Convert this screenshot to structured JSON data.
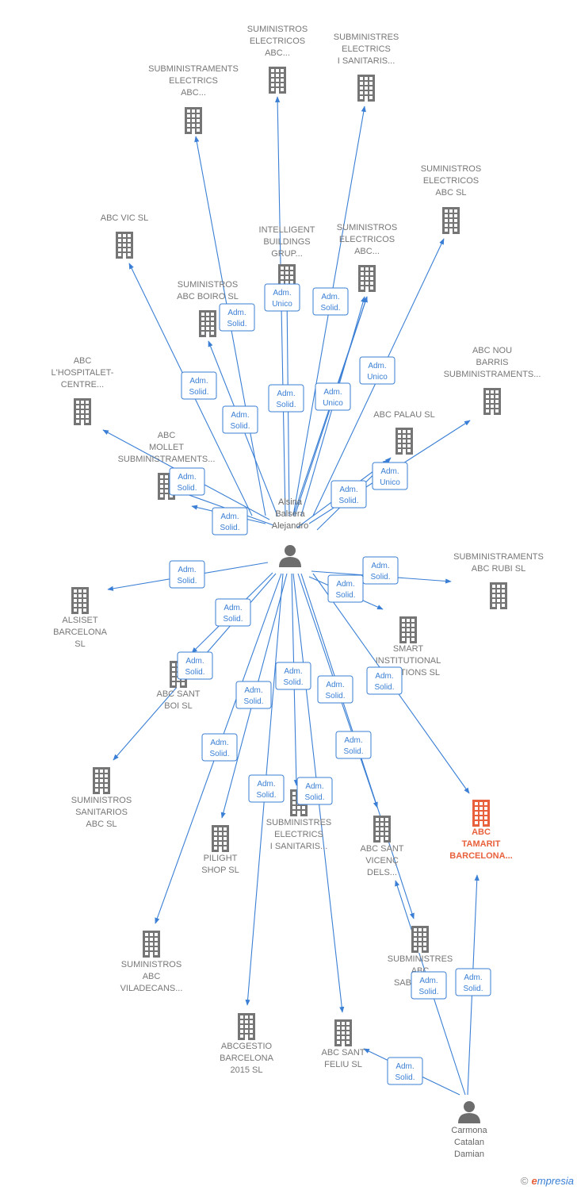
{
  "colors": {
    "edge": "#3a7fd5",
    "building": "#757575",
    "highlight": "#e8603c",
    "label": "#777777"
  },
  "nodes": [
    {
      "id": "sum_elec_abc_top",
      "type": "company",
      "lines": [
        "SUMINISTROS",
        "ELECTRICOS",
        "ABC..."
      ]
    },
    {
      "id": "subministres_elec_san_top",
      "type": "company",
      "lines": [
        "SUBMINISTRES",
        "ELECTRICS",
        "I SANITARIS..."
      ]
    },
    {
      "id": "subministraments_elec_abc",
      "type": "company",
      "lines": [
        "SUBMINISTRAMENTS",
        "ELECTRICS",
        "ABC..."
      ]
    },
    {
      "id": "sum_elec_abc_sl",
      "type": "company",
      "lines": [
        "SUMINISTROS",
        "ELECTRICOS",
        "ABC  SL"
      ]
    },
    {
      "id": "abc_vic",
      "type": "company",
      "lines": [
        "ABC VIC  SL"
      ]
    },
    {
      "id": "intelligent",
      "type": "company",
      "lines": [
        "INTELLIGENT",
        "BUILDINGS",
        "GRUP..."
      ]
    },
    {
      "id": "sum_elec_abc_mid",
      "type": "company",
      "lines": [
        "SUMINISTROS",
        "ELECTRICOS",
        "ABC..."
      ]
    },
    {
      "id": "sum_abc_boiro",
      "type": "company",
      "lines": [
        "SUMINISTROS",
        "ABC BOIRO  SL"
      ]
    },
    {
      "id": "abc_nou_barris",
      "type": "company",
      "lines": [
        "ABC NOU",
        "BARRIS",
        "SUBMINISTRAMENTS..."
      ]
    },
    {
      "id": "abc_hospitalet",
      "type": "company",
      "lines": [
        "ABC",
        "L'HOSPITALET-",
        "CENTRE..."
      ]
    },
    {
      "id": "abc_palau",
      "type": "company",
      "lines": [
        "ABC PALAU SL"
      ]
    },
    {
      "id": "abc_mollet",
      "type": "company",
      "lines": [
        "ABC",
        "MOLLET",
        "SUBMINISTRAMENTS..."
      ]
    },
    {
      "id": "alsina",
      "type": "person",
      "lines": [
        "Alsina",
        "Balsera",
        "Alejandro"
      ]
    },
    {
      "id": "subministraments_rubi",
      "type": "company",
      "lines": [
        "SUBMINISTRAMENTS",
        "ABC RUBI SL"
      ]
    },
    {
      "id": "alsiset",
      "type": "company",
      "lines": [
        "ALSISET",
        "BARCELONA",
        "SL"
      ]
    },
    {
      "id": "smart",
      "type": "company",
      "lines": [
        "SMART",
        "INSTITUTIONAL",
        "SOLUTIONS  SL"
      ]
    },
    {
      "id": "abc_sant_boi",
      "type": "company",
      "lines": [
        "ABC SANT",
        "BOI  SL"
      ]
    },
    {
      "id": "sum_sanitarios",
      "type": "company",
      "lines": [
        "SUMINISTROS",
        "SANITARIOS",
        "ABC  SL"
      ]
    },
    {
      "id": "abc_tamarit",
      "type": "company",
      "highlight": true,
      "lines": [
        "ABC",
        "TAMARIT",
        "BARCELONA..."
      ]
    },
    {
      "id": "subministres_elec_san_low",
      "type": "company",
      "lines": [
        "SUBMINISTRES",
        "ELECTRICS",
        "I SANITARIS..."
      ]
    },
    {
      "id": "abc_sant_vicenc",
      "type": "company",
      "lines": [
        "ABC SANT",
        "VICENÇ",
        "DELS..."
      ]
    },
    {
      "id": "pilight",
      "type": "company",
      "lines": [
        "PILIGHT",
        "SHOP  SL"
      ]
    },
    {
      "id": "subministres_sabadell",
      "type": "company",
      "lines": [
        "SUBMINISTRES",
        "ABC",
        "SABADELL..."
      ]
    },
    {
      "id": "sum_viladecans",
      "type": "company",
      "lines": [
        "SUMINISTROS",
        "ABC",
        "VILADECANS..."
      ]
    },
    {
      "id": "abcgestio",
      "type": "company",
      "lines": [
        "ABCGESTIO",
        "BARCELONA",
        "2015  SL"
      ]
    },
    {
      "id": "abc_sant_feliu",
      "type": "company",
      "lines": [
        "ABC SANT",
        "FELIU SL"
      ]
    },
    {
      "id": "carmona",
      "type": "person",
      "lines": [
        "Carmona",
        "Catalan",
        "Damian"
      ]
    }
  ],
  "edges": [
    {
      "label": [
        "Adm.",
        "Unico"
      ]
    },
    {
      "label": [
        "Adm.",
        "Solid."
      ]
    },
    {
      "label": [
        "Adm.",
        "Solid."
      ]
    },
    {
      "label": [
        "Adm.",
        "Solid."
      ]
    },
    {
      "label": [
        "Adm.",
        "Solid."
      ]
    },
    {
      "label": [
        "Adm.",
        "Unico"
      ]
    },
    {
      "label": [
        "Adm.",
        "Unico"
      ]
    },
    {
      "label": [
        "Adm.",
        "Solid."
      ]
    },
    {
      "label": [
        "Adm.",
        "Solid."
      ]
    },
    {
      "label": [
        "Adm.",
        "Unico"
      ]
    },
    {
      "label": [
        "Adm.",
        "Unico"
      ]
    },
    {
      "label": [
        "Adm.",
        "Solid."
      ]
    },
    {
      "label": [
        "Adm.",
        "Solid."
      ]
    },
    {
      "label": [
        "Adm.",
        "Solid."
      ]
    },
    {
      "label": [
        "Adm.",
        "Solid."
      ]
    },
    {
      "label": [
        "Adm.",
        "Solid."
      ]
    },
    {
      "label": [
        "Adm.",
        "Solid."
      ]
    },
    {
      "label": [
        "Adm.",
        "Solid."
      ]
    },
    {
      "label": [
        "Adm.",
        "Unico"
      ]
    },
    {
      "label": [
        "Adm.",
        "Solid."
      ]
    },
    {
      "label": [
        "Adm.",
        "Solid."
      ]
    },
    {
      "label": [
        "Adm.",
        "Solid."
      ]
    },
    {
      "label": [
        "Adm.",
        "Solid."
      ]
    },
    {
      "label": [
        "Adm.",
        "Solid."
      ]
    },
    {
      "label": [
        "Adm.",
        "Solid."
      ]
    },
    {
      "label": [
        "Adm.",
        "Solid."
      ]
    },
    {
      "label": [
        "Adm.",
        "Solid."
      ]
    },
    {
      "label": [
        "Adm.",
        "Solid."
      ]
    },
    {
      "label": [
        "Adm.",
        "Solid."
      ]
    },
    {
      "label": [
        "Adm.",
        "Solid."
      ]
    },
    {
      "label": [
        "Adm.",
        "Solid."
      ]
    }
  ],
  "footer": {
    "copyright": "©",
    "brand_first": "e",
    "brand_rest": "mpresia"
  }
}
